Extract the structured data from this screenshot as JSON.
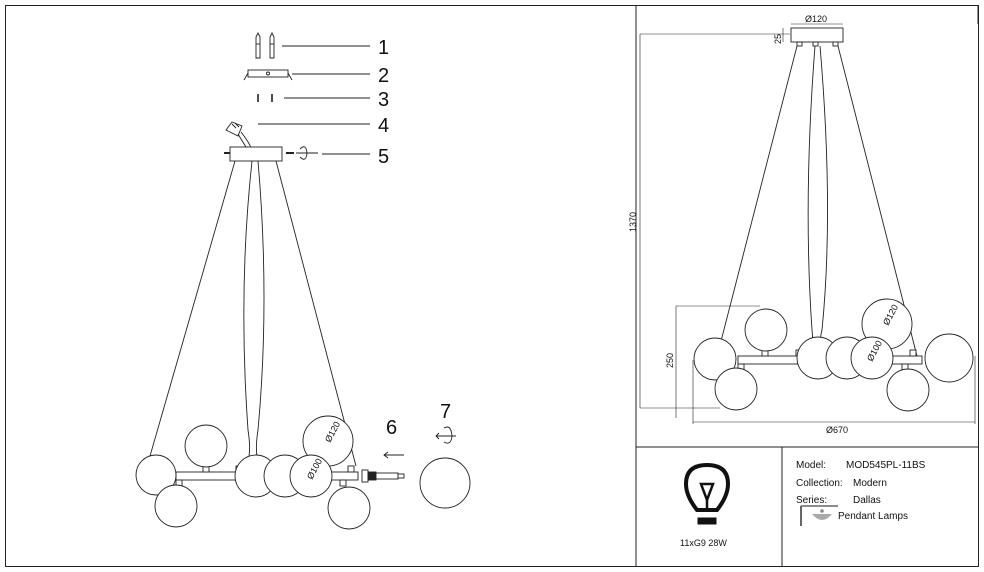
{
  "callouts": [
    "1",
    "2",
    "3",
    "4",
    "5",
    "6",
    "7"
  ],
  "dimensions": {
    "canopy_diameter": "Ø120",
    "canopy_height": "25",
    "overall_height": "1370",
    "body_height": "250",
    "overall_width": "Ø670",
    "shade_large": "Ø120",
    "shade_small": "Ø100"
  },
  "bulb_spec": "11xG9 28W",
  "info": {
    "model_label": "Model:",
    "model_value": "MOD545PL-11BS",
    "collection_label": "Collection:",
    "collection_value": "Modern",
    "series_label": "Series:",
    "series_value": "Dallas",
    "type_value": "Pendant Lamps"
  },
  "icons": [
    "bulb-icon",
    "pendant-lamp-icon",
    "rotate-icon",
    "arrow-left-icon"
  ]
}
